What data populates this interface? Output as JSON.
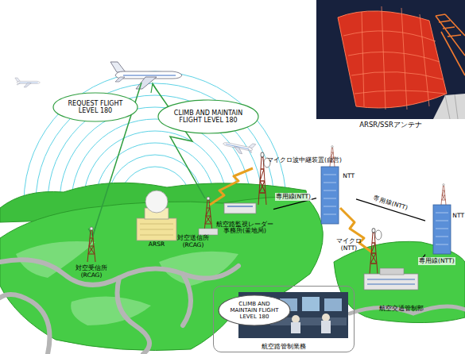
{
  "diagram": {
    "nodes": [
      {
        "text": [
          "REQUEST FLIGHT LEVEL 180"
        ]
      },
      {
        "text": [
          "CLIMB AND MAINTAIN FLIGHT LEVEL 180"
        ]
      },
      {
        "text": [
          "ARSR/SSRアンテナ"
        ]
      },
      {
        "text": [
          "航空路監視レーダー 事務所(釜地局)"
        ]
      },
      {
        "text": [
          "NTT"
        ]
      },
      {
        "text": [
          "NTT"
        ]
      },
      {
        "text": [
          "航空交通管制部"
        ]
      },
      {
        "text": [
          "航空路管制業務"
        ]
      },
      {
        "text": [
          "CLIMB AND MAINTAIN FLIGHT LEVEL 180"
        ],
        "in": 7
      }
    ],
    "edges": [
      {
        "from": 3,
        "to": 4,
        "label": "専用線(NTT)",
        "arrow": "none"
      },
      {
        "from": 4,
        "to": 5,
        "label": "専用線(NTT)",
        "arrow": "none"
      },
      {
        "from": 5,
        "to": 6,
        "label": "専用線(NTT)",
        "arrow": "none"
      },
      {
        "from": 7,
        "to": 6,
        "arrow": "none"
      }
    ],
    "labels": [
      "ARSR",
      "対空受信所 (RCAG)",
      "対空送信所 (RCAG)",
      "マイクロ波中継装置(自営)",
      "マイクロ (NTT)"
    ]
  }
}
